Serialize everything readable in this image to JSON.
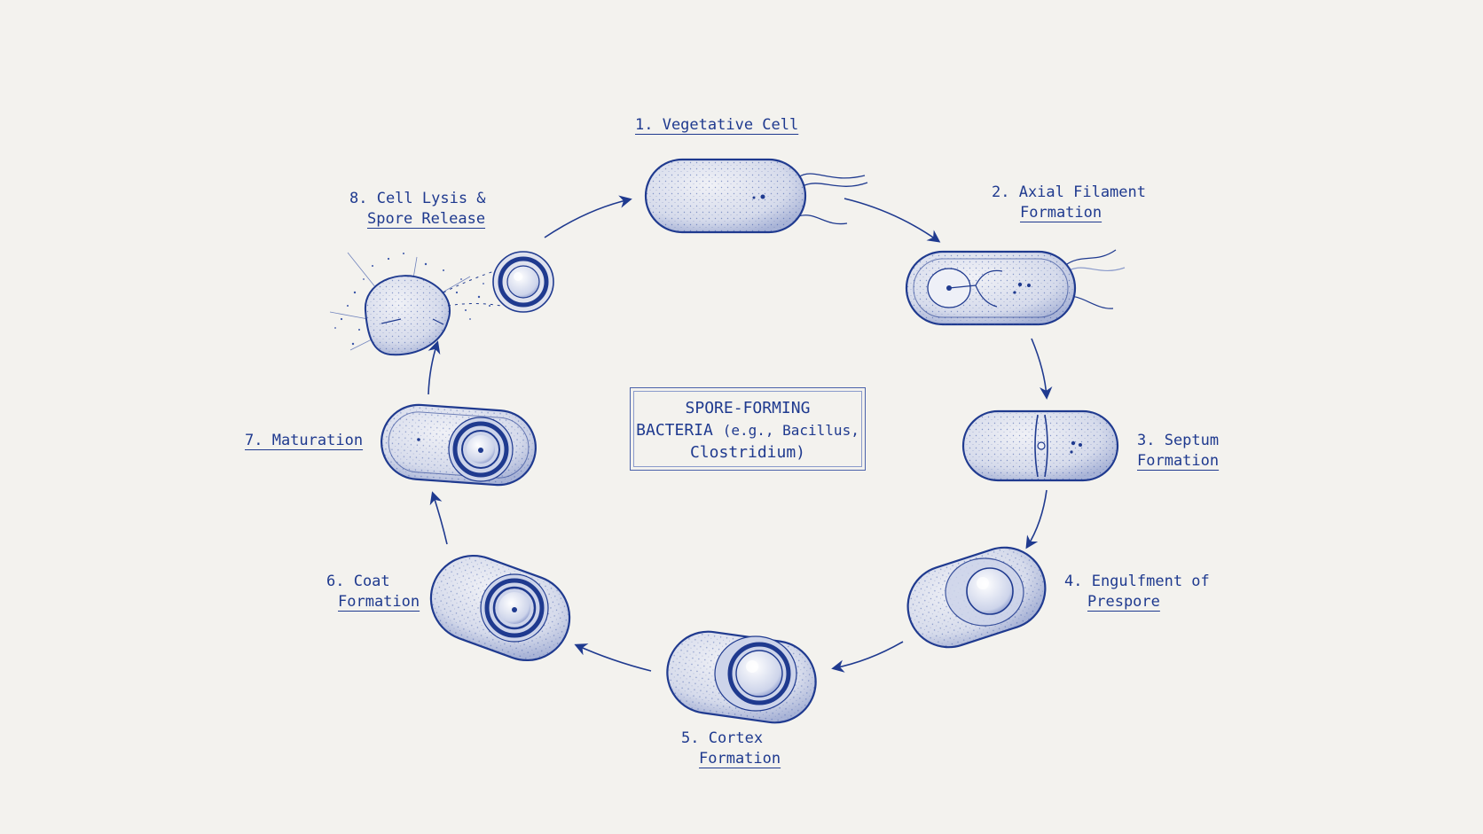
{
  "colors": {
    "ink": "#1f3a8f",
    "paper": "#f3f2ee",
    "cell_fill": "#dfe2ee"
  },
  "center": {
    "line1": "SPORE-FORMING",
    "line2a": "BACTERIA",
    "line2b": "(e.g., Bacillus,",
    "line3": "Clostridium)"
  },
  "stages": [
    {
      "line1": "1. Vegetative Cell",
      "line2": ""
    },
    {
      "line1": "2. Axial Filament",
      "line2": "Formation"
    },
    {
      "line1": "3. Septum",
      "line2": "Formation"
    },
    {
      "line1": "4. Engulfment of",
      "line2": "Prespore"
    },
    {
      "line1": "5. Cortex",
      "line2": "Formation"
    },
    {
      "line1": "6. Coat",
      "line2": "Formation"
    },
    {
      "line1": "7. Maturation",
      "line2": ""
    },
    {
      "line1": "8. Cell Lysis &",
      "line2": "Spore Release"
    }
  ]
}
